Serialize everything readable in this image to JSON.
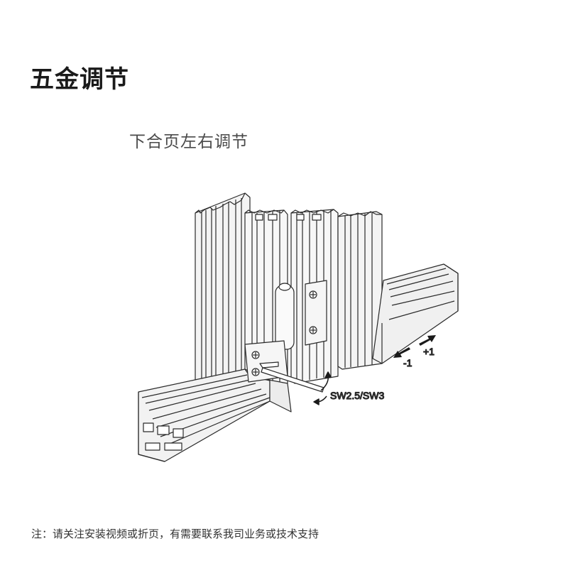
{
  "title": "五金调节",
  "subtitle": "下合页左右调节",
  "labels": {
    "tool": "SW2.5/SW3",
    "plus": "+1",
    "minus": "-1"
  },
  "note": "注：请关注安装视频或折页，有需要联系我司业务或技术支持"
}
